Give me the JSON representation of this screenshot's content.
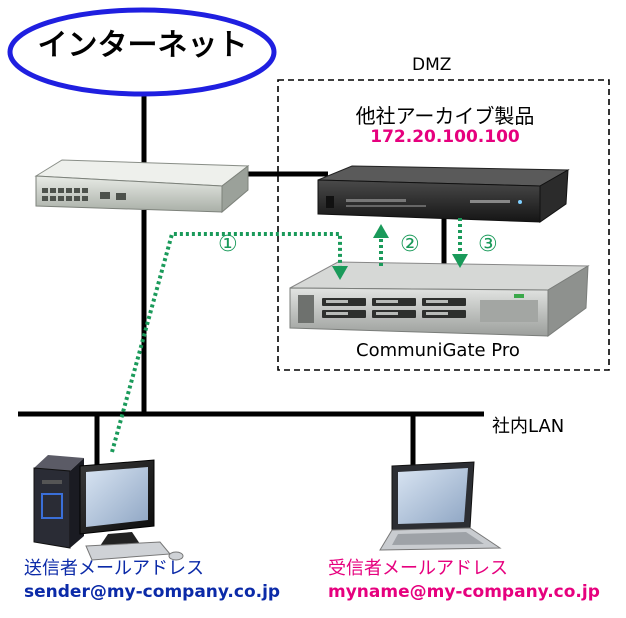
{
  "labels": {
    "internet": "インターネット",
    "dmz": "DMZ",
    "archive_product": "他社アーカイブ製品",
    "archive_ip": "172.20.100.100",
    "communigate": "CommuniGate Pro",
    "lan": "社内LAN",
    "step1": "①",
    "step2": "②",
    "step3": "③",
    "sender_title": "送信者メールアドレス",
    "sender_address": "sender@my-company.co.jp",
    "recipient_title": "受信者メールアドレス",
    "recipient_address": "myname@my-company.co.jp"
  },
  "colors": {
    "line": "#000000",
    "flow": "#1a9a5a",
    "internet_ellipse": "#1f1fe0",
    "ip_text": "#e6007e",
    "sender_text": "#0b2aa8",
    "recipient_text": "#e6007e"
  },
  "nodes": [
    {
      "id": "internet",
      "icon": "internet-cloud-ellipse"
    },
    {
      "id": "router",
      "icon": "network-switch-icon"
    },
    {
      "id": "archive-server",
      "icon": "rack-server-icon"
    },
    {
      "id": "communigate-server",
      "icon": "storage-server-icon"
    },
    {
      "id": "sender-pc",
      "icon": "desktop-pc-icon"
    },
    {
      "id": "recipient-laptop",
      "icon": "laptop-icon"
    }
  ],
  "flows": [
    {
      "label": "①",
      "from": "sender-pc",
      "to": "communigate-server"
    },
    {
      "label": "②",
      "from": "communigate-server",
      "to": "archive-server"
    },
    {
      "label": "③",
      "from": "archive-server",
      "to": "communigate-server"
    }
  ]
}
